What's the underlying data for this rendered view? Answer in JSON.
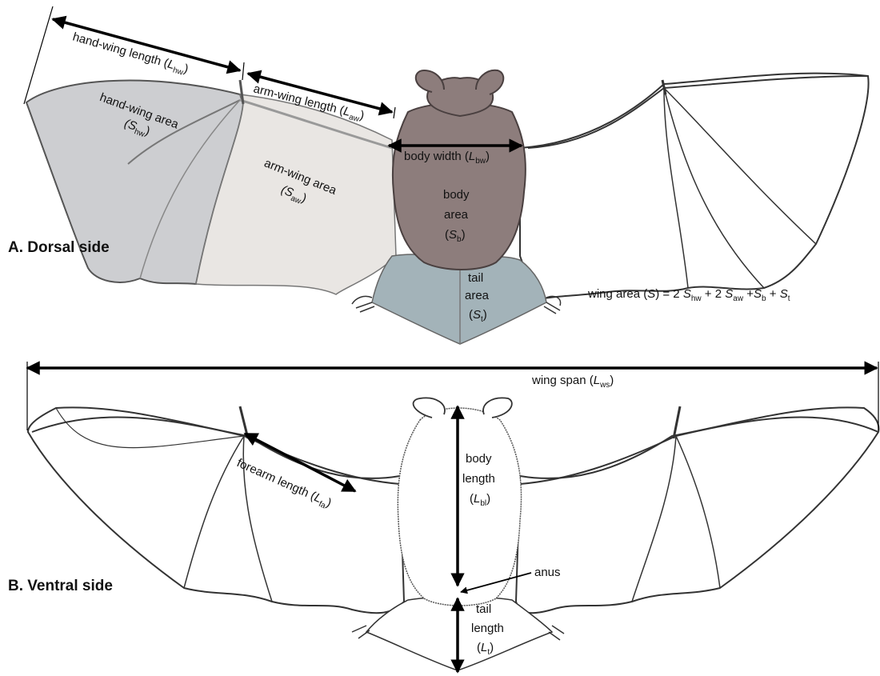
{
  "section_a": {
    "title": "A. Dorsal side"
  },
  "section_b": {
    "title": "B. Ventral side"
  },
  "labels": {
    "hand_wing_length": {
      "text": "hand-wing length (",
      "sym": "L",
      "sub": "hw",
      "close": ")"
    },
    "arm_wing_length": {
      "text": "arm-wing length (",
      "sym": "L",
      "sub": "aw",
      "close": ")"
    },
    "hand_wing_area": {
      "line1": "hand-wing area",
      "open": "(",
      "sym": "S",
      "sub": "hw",
      "close": ")"
    },
    "arm_wing_area": {
      "line1": "arm-wing area",
      "open": "(",
      "sym": "S",
      "sub": "aw",
      "close": ")"
    },
    "body_width": {
      "text": "body width (",
      "sym": "L",
      "sub": "bw",
      "close": ")"
    },
    "body_area": {
      "line1": "body",
      "line2": "area",
      "open": "(",
      "sym": "S",
      "sub": "b",
      "close": ")"
    },
    "tail_area": {
      "line1": "tail",
      "line2": "area",
      "open": "(",
      "sym": "S",
      "sub": "t",
      "close": ")"
    },
    "wing_area_formula": {
      "t1": "wing area (",
      "s": "S",
      "t2": ") = 2 ",
      "s_hw": "S",
      "hw": "hw",
      "t3": " + 2 ",
      "s_aw": "S",
      "aw": "aw",
      "t4": " +",
      "s_b": "S",
      "b": "b",
      "t5": " + ",
      "s_t": "S",
      "t": "t"
    },
    "wing_span": {
      "text": "wing span (",
      "sym": "L",
      "sub": "ws",
      "close": ")"
    },
    "forearm_length": {
      "text": "forearm length (",
      "sym": "L",
      "sub": "fa",
      "close": ")"
    },
    "body_length": {
      "line1": "body",
      "line2": "length",
      "open": "(",
      "sym": "L",
      "sub": "bl",
      "close": ")"
    },
    "anus": {
      "text": "anus"
    },
    "tail_length": {
      "line1": "tail",
      "line2": "length",
      "open": "(",
      "sym": "L",
      "sub": "t",
      "close": ")"
    }
  },
  "colors": {
    "hand_wing_fill": "#cdced1",
    "arm_wing_fill": "#e9e6e3",
    "body_fill": "#8d7d7c",
    "tail_fill": "#a3b3b9",
    "outline": "#2a2a2a",
    "arrow": "#000000"
  }
}
